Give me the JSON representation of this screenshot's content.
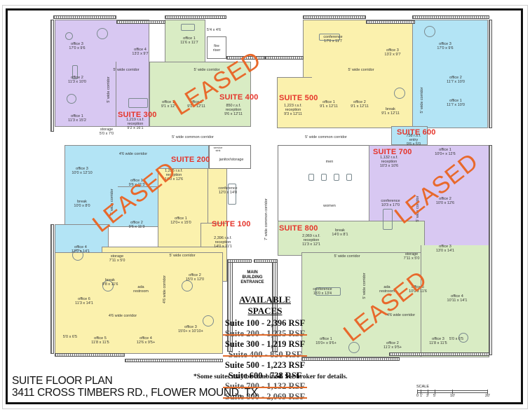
{
  "plan": {
    "title": "SUITE FLOOR PLAN",
    "address": "3411 CROSS TIMBERS RD., FLOWER MOUND, TX",
    "note": "*Some suites may be combined.  See broker for details.",
    "entrance_label": "MAIN\nBUILDING\nENTRANCE",
    "leased_label": "LEASED",
    "colors": {
      "purple": "#d8c8f2",
      "green": "#d9ecc4",
      "yellow": "#fbf1ad",
      "blue": "#b3e4f5",
      "suite_label": "#e5352b",
      "leased_stamp": "#e8692c",
      "strike": "#e06a2a"
    }
  },
  "available_spaces": {
    "title": "AVAILABLE SPACES",
    "items": [
      {
        "label": "Suite 100 - 2,396 RSF",
        "leased": false
      },
      {
        "label": "Suite 200 - 1,235 RSF",
        "leased": true
      },
      {
        "label": "Suite 300 - 1,219 RSF",
        "leased": false
      },
      {
        "label": "Suite 400 - 850 RSF",
        "leased": true
      },
      {
        "label": "Suite 500 - 1,223 RSF",
        "leased": false
      },
      {
        "label": "Suite 600 - 738 RSF",
        "leased": false
      },
      {
        "label": "Suite 700 - 1,132 RSF",
        "leased": true
      },
      {
        "label": "Suite 800 - 2,069 RSF",
        "leased": true
      }
    ]
  },
  "suites": {
    "s100": {
      "name": "SUITE 100",
      "reception": "2,396 r.s.f.\nreception\n14'0 x 11'1"
    },
    "s200": {
      "name": "SUITE 200",
      "reception": "1,235 r.s.f.\nreception\n14'0 x 12'6"
    },
    "s300": {
      "name": "SUITE 300",
      "reception": "1,219 r.s.f.\nreception\n9'2 x 16'1"
    },
    "s400": {
      "name": "SUITE 400",
      "reception": "850 r.s.f.\nreception\n9'6 x 12'11"
    },
    "s500": {
      "name": "SUITE 500",
      "reception": "1,223 r.s.f.\nreception\n9'3 x 12'11"
    },
    "s600": {
      "name": "SUITE 600",
      "reception": "738 r.s.f.\nentry\n9'6 x 5'0"
    },
    "s700": {
      "name": "SUITE 700",
      "reception": "1,132 r.s.f.\nreception\n10'3 x 10'6"
    },
    "s800": {
      "name": "SUITE 800",
      "reception": "2,069 r.s.f.\nreception\n11'3 x 12'1"
    }
  },
  "rooms": {
    "s300_office3": "office 3\n17'0 x 9'6",
    "s300_office4": "office 4\n13'2 x 9'7",
    "s300_office2": "office 2\n11'3 x 10'0",
    "s300_office1": "office 1\n11'3 x 15'2",
    "s300_storage": "storage\n5'0 x 7'0",
    "s300_corridor_h": "5' wide corridor",
    "s300_corridor_v": "5' wide corridor",
    "s400_office1": "office 1\n11'6 x 11'7",
    "s400_closet": "5'4 x 4'6",
    "s400_fire_riser": "fire\nriser",
    "s400_corridor": "5' wide corridor",
    "s400_office1b": "office 1\n9'1 x 12'",
    "s400_office2": "office 2\n9'1 x 12'11",
    "s500_conference": "conference\n17'0 x 11'7",
    "s500_office3": "office 3\n13'2 x 9'7",
    "s500_corridor": "5' wide corridor",
    "s500_office1": "office 1\n9'1 x 12'11",
    "s500_office2": "office 2\n9'1 x 12'11",
    "s500_break": "break\n9'1 x 12'11",
    "s600_office3": "office 3\n17'0 x 9'6",
    "s600_office2": "office 2\n11'7 x 10'0",
    "s600_office1": "office 1\n11'7 x 10'0",
    "s600_corridor": "5' wide corridor",
    "common_corridor_top_left": "5' wide common corridor",
    "common_corridor_top_right": "5' wide common corridor",
    "common_corridor_center": "7' wide common corridor",
    "s200_corridor": "4'6 wide corridor",
    "s200_office3": "office 3\n10'0 x 12'10",
    "s200_break": "break\n10'0 x 8'0",
    "s200_office1": "office 1\n9'6 x 11'3",
    "s200_office2": "office 2\n9'6 x 11'3",
    "s200_office4": "office 4\n13'0 x 14'1",
    "s200_corridor_v": "5' wide corridor",
    "janitor": "janitor/storage",
    "service_sink": "service\nsink",
    "s100_conference": "conference\n12'0 x 14'0",
    "s100_office1": "office 1\n12'0+ x 15'0",
    "s100_storage": "storage\n7'11 x 5'0",
    "s100_corridor": "5' wide corridor",
    "s100_break": "break\n9'8 x 11'6",
    "s100_restroom": "ada\nrestroom",
    "s100_office6": "office 6\n11'3 x 14'1",
    "s100_office2": "office 2\n15'0 x 12'0",
    "s100_corridor_v": "4'6 wide corridor",
    "s100_corridor_h": "4'6 wide corridor",
    "s100_closet": "5'0 x 6'5",
    "s100_office5": "office 5\n11'8 x 11'5",
    "s100_office4": "office 4\n12'6 x 9'5+",
    "s100_office3": "office 3\n15'0+ x 10'10+",
    "men": "men",
    "women": "women",
    "s700_office1": "office 1\n10'0+ x 12'6",
    "s700_conference": "conference\n10'3 x 17'0",
    "s700_office2": "office 2\n10'0 x 12'6",
    "s700_office3": "office 3\n13'0 x 14'1",
    "s700_corridor": "5' wide corridor",
    "s800_break": "break\n14'0 x 8'1",
    "s800_corridor": "5' wide corridor",
    "s800_storage": "storage\n7'11 x 5'0",
    "s800_conference": "conference\n15'0 x 13'4",
    "s800_corridor_v": "5' wide corridor",
    "s800_restroom": "ada\nrestroom",
    "s800_office5": "office 5\n10'0 x 11'6",
    "s800_office4": "office 4\n10'11 x 14'1",
    "s800_corridor_h": "4'6 wide corridor",
    "s800_office1": "office 1\n15'0+ x 9'6+",
    "s800_office2": "office 2\n11'2 x 9'5+",
    "s800_office3": "office 3\n11'8 x 11'5",
    "s800_closet": "5'0 x 6'5"
  },
  "scale": {
    "title": "SCALE",
    "ticks": [
      "0",
      "1'",
      "3'",
      "5'",
      "10'",
      "20'"
    ]
  }
}
